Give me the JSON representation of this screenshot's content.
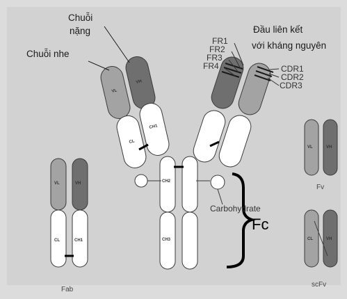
{
  "labels": {
    "heavy_chain_line1": "Chuỗi",
    "heavy_chain_line2": "nặng",
    "light_chain": "Chuỗi nhe",
    "antigen_binding_line1": "Đầu liên kết",
    "antigen_binding_line2": "với kháng nguyên",
    "fr1": "FR1",
    "fr2": "FR2",
    "fr3": "FR3",
    "fr4": "FR4",
    "cdr1": "CDR1",
    "cdr2": "CDR2",
    "cdr3": "CDR3",
    "carbohydrate": "Carbohydrate",
    "fc": "Fc"
  },
  "domains": {
    "vl": "VL",
    "vh": "VH",
    "cl": "CL",
    "ch1": "CH1",
    "ch2": "CH2",
    "ch3": "CH3"
  },
  "captions": {
    "fab": "Fab",
    "fv": "Fv",
    "scfv": "scFv"
  },
  "colors": {
    "background": "#dcdcdc",
    "panel": "#d2d2d2",
    "vh_fill": "#6f6f6f",
    "vl_fill": "#a3a3a3",
    "constant_fill": "#ffffff",
    "outline": "#3a3a3a",
    "label_text": "#1a1a1a"
  }
}
